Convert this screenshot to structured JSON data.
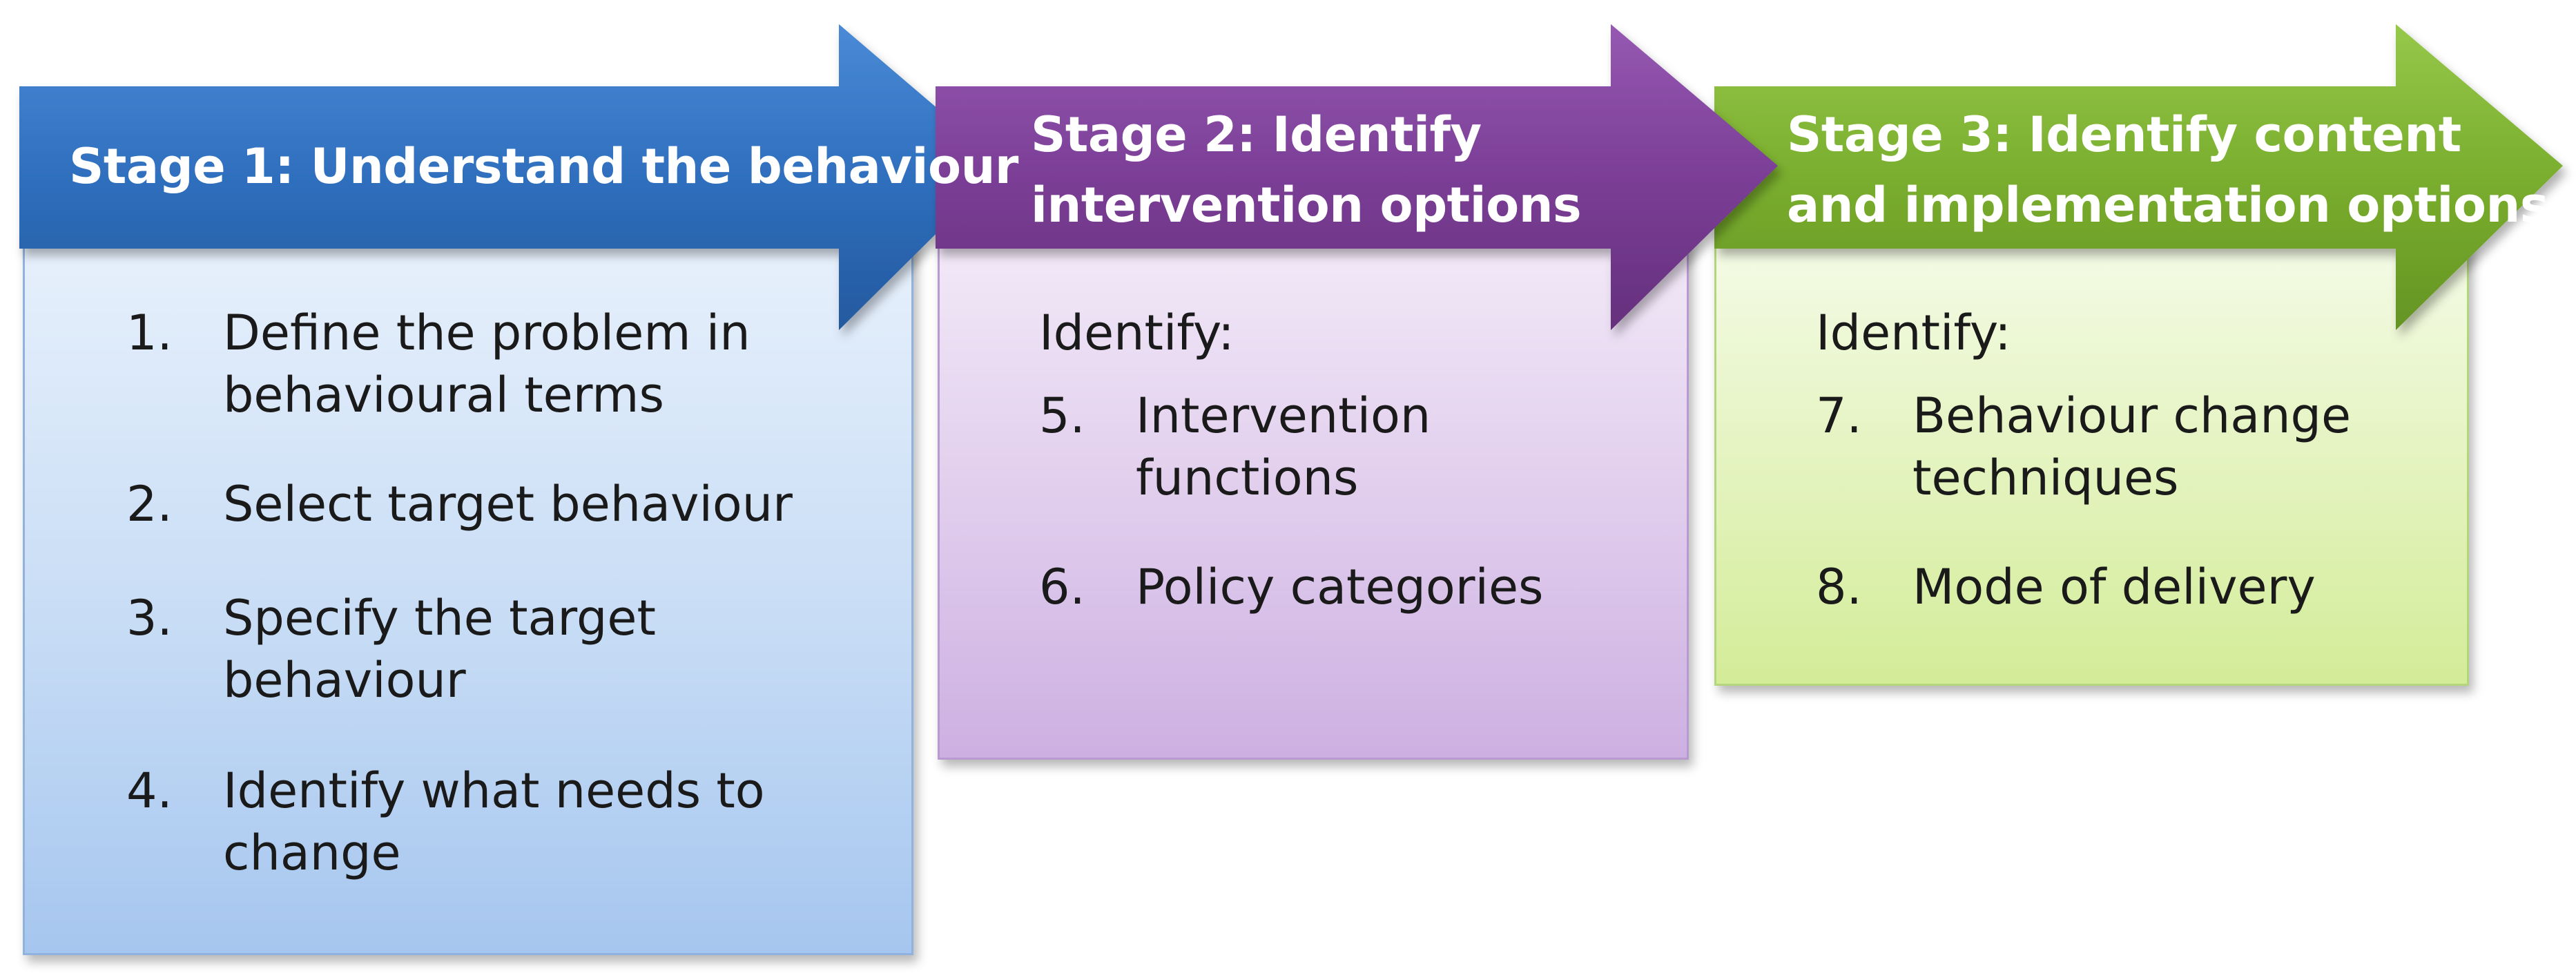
{
  "stages": [
    {
      "title_lines": [
        "Stage 1: Understand the behaviour"
      ],
      "color": "#2f6fbe",
      "intro": "",
      "items": [
        {
          "number": "1.",
          "lines": [
            "Define the problem in",
            "behavioural terms"
          ]
        },
        {
          "number": "2.",
          "lines": [
            "Select target behaviour"
          ]
        },
        {
          "number": "3.",
          "lines": [
            "Specify the target",
            "behaviour"
          ]
        },
        {
          "number": "4.",
          "lines": [
            "Identify what needs to",
            "change"
          ]
        }
      ]
    },
    {
      "title_lines": [
        "Stage 2: Identify",
        "intervention options"
      ],
      "color": "#7b3e96",
      "intro": "Identify:",
      "items": [
        {
          "number": "5.",
          "lines": [
            "Intervention",
            "functions"
          ]
        },
        {
          "number": "6.",
          "lines": [
            "Policy categories"
          ]
        }
      ]
    },
    {
      "title_lines": [
        "Stage 3: Identify content",
        "and implementation options"
      ],
      "color": "#7aae2e",
      "intro": "Identify:",
      "items": [
        {
          "number": "7.",
          "lines": [
            "Behaviour change",
            "techniques"
          ]
        },
        {
          "number": "8.",
          "lines": [
            "Mode of delivery"
          ]
        }
      ]
    }
  ]
}
